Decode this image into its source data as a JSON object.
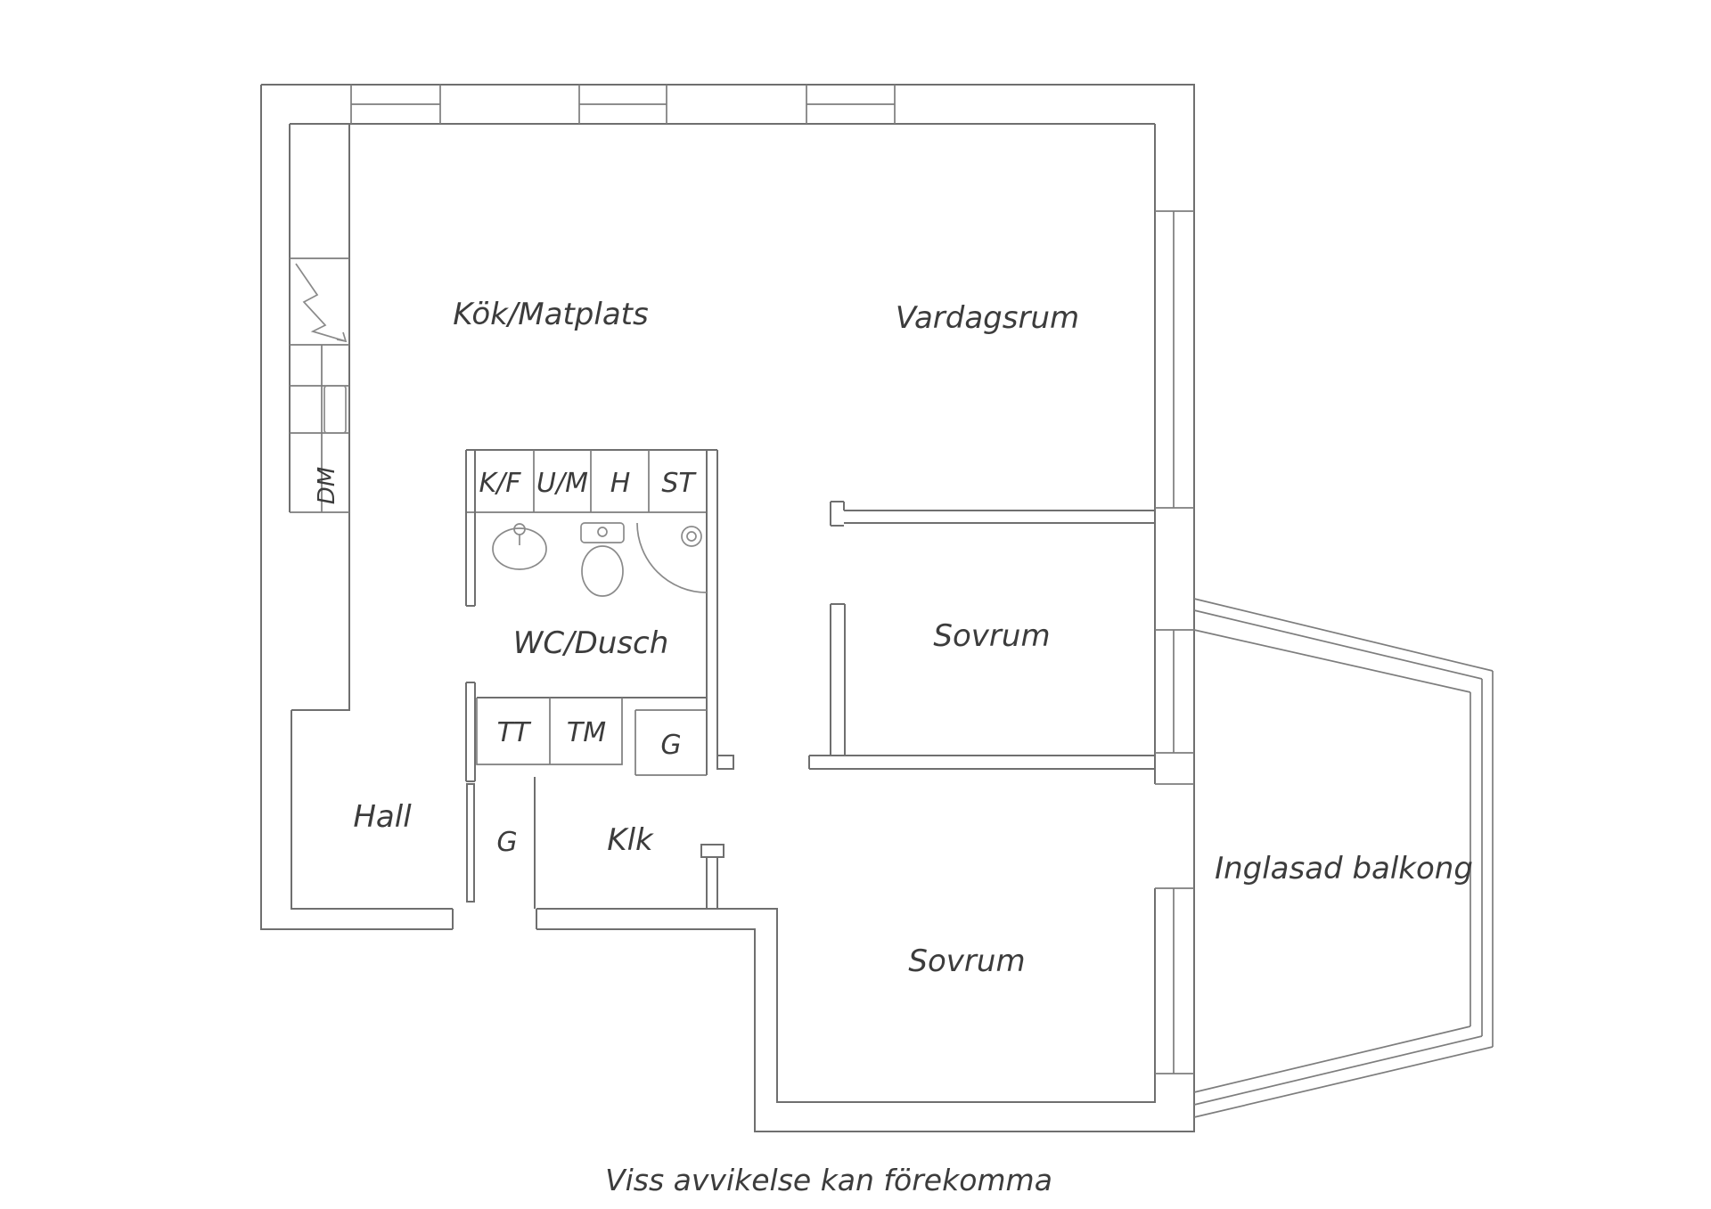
{
  "page": {
    "background": "#ffffff",
    "caption": "Viss avvikelse kan förekomma"
  },
  "palette": {
    "wall_line": "#6f6f6f",
    "fixture_line": "#8a8a8a",
    "text_color": "#3c3c3c"
  },
  "rooms": {
    "kitchen": "Kök/Matplats",
    "living_room": "Vardagsrum",
    "bathroom": "WC/Dusch",
    "bedroom_1": "Sovrum",
    "hall": "Hall",
    "walk_in_closet": "Klk",
    "bedroom_2": "Sovrum",
    "balcony": "Inglasad balkong"
  },
  "units": {
    "fridge_freezer": "K/F",
    "oven_micro": "U/M",
    "shelf": "H",
    "cleaning": "ST",
    "dishwasher": "DM",
    "dryer": "TT",
    "washer": "TM",
    "wardrobe_corridor": "G",
    "wardrobe_hall": "G"
  }
}
